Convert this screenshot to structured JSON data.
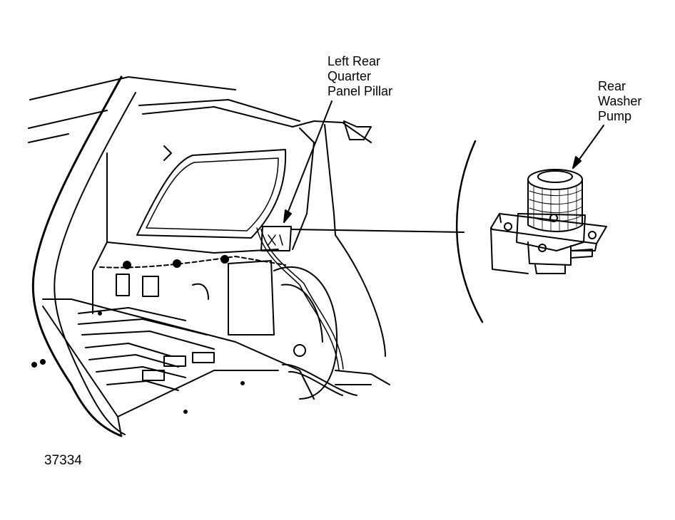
{
  "callouts": {
    "pillar": {
      "line1": "Left Rear",
      "line2": "Quarter",
      "line3": "Panel Pillar"
    },
    "pump": {
      "line1": "Rear",
      "line2": "Washer",
      "line3": "Pump"
    }
  },
  "figure_number": "37334",
  "colors": {
    "ink": "#000000",
    "paper": "#ffffff"
  }
}
